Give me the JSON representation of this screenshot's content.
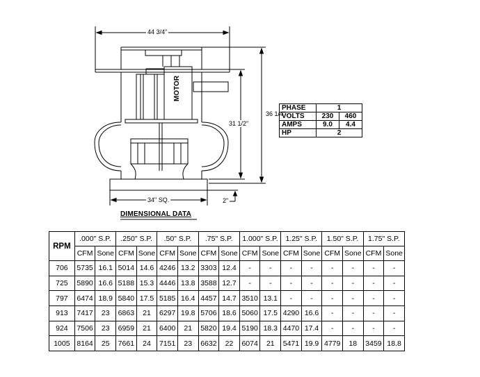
{
  "dimensions": {
    "overall_width": "44 3/4\"",
    "overall_height": "36 1/4\"",
    "hood_height": "31 1/2\"",
    "base_square": "34\" SQ.",
    "curb_offset": "2\"",
    "motor_label": "MOTOR"
  },
  "caption": "DIMENSIONAL DATA",
  "electrical": {
    "phase_label": "PHASE",
    "phase_value": "1",
    "volts_label": "VOLTS",
    "volts_1": "230",
    "volts_2": "460",
    "amps_label": "AMPS",
    "amps_1": "9.0",
    "amps_2": "4.4",
    "hp_label": "HP",
    "hp_value": "2"
  },
  "performance": {
    "rpm_header": "RPM",
    "pressures": [
      ".000\" S.P.",
      ".250\" S.P.",
      ".50\" S.P.",
      ".75\" S.P.",
      "1.000\" S.P.",
      "1.25\" S.P.",
      "1.50\" S.P.",
      "1.75\" S.P."
    ],
    "sub_cfm": "CFM",
    "sub_sone": "Sone",
    "rows": [
      [
        "706",
        "5735",
        "16.1",
        "5014",
        "14.6",
        "4246",
        "13.2",
        "3303",
        "12.4",
        "-",
        "-",
        "-",
        "-",
        "-",
        "-",
        "-",
        "-"
      ],
      [
        "725",
        "5890",
        "16.6",
        "5188",
        "15.3",
        "4446",
        "13.8",
        "3588",
        "12.7",
        "-",
        "-",
        "-",
        "-",
        "-",
        "-",
        "-",
        "-"
      ],
      [
        "797",
        "6474",
        "18.9",
        "5840",
        "17.5",
        "5185",
        "16.4",
        "4457",
        "14.7",
        "3510",
        "13.1",
        "-",
        "-",
        "-",
        "-",
        "-",
        "-"
      ],
      [
        "913",
        "7417",
        "23",
        "6863",
        "21",
        "6297",
        "19.8",
        "5706",
        "18.6",
        "5060",
        "17.5",
        "4290",
        "16.6",
        "-",
        "-",
        "-",
        "-"
      ],
      [
        "924",
        "7506",
        "23",
        "6959",
        "21",
        "6400",
        "21",
        "5820",
        "19.4",
        "5190",
        "18.3",
        "4470",
        "17.4",
        "-",
        "-",
        "-",
        "-"
      ],
      [
        "1005",
        "8164",
        "25",
        "7661",
        "24",
        "7151",
        "23",
        "6632",
        "22",
        "6074",
        "21",
        "5471",
        "19.9",
        "4779",
        "18",
        "3459",
        "18.8"
      ]
    ]
  }
}
